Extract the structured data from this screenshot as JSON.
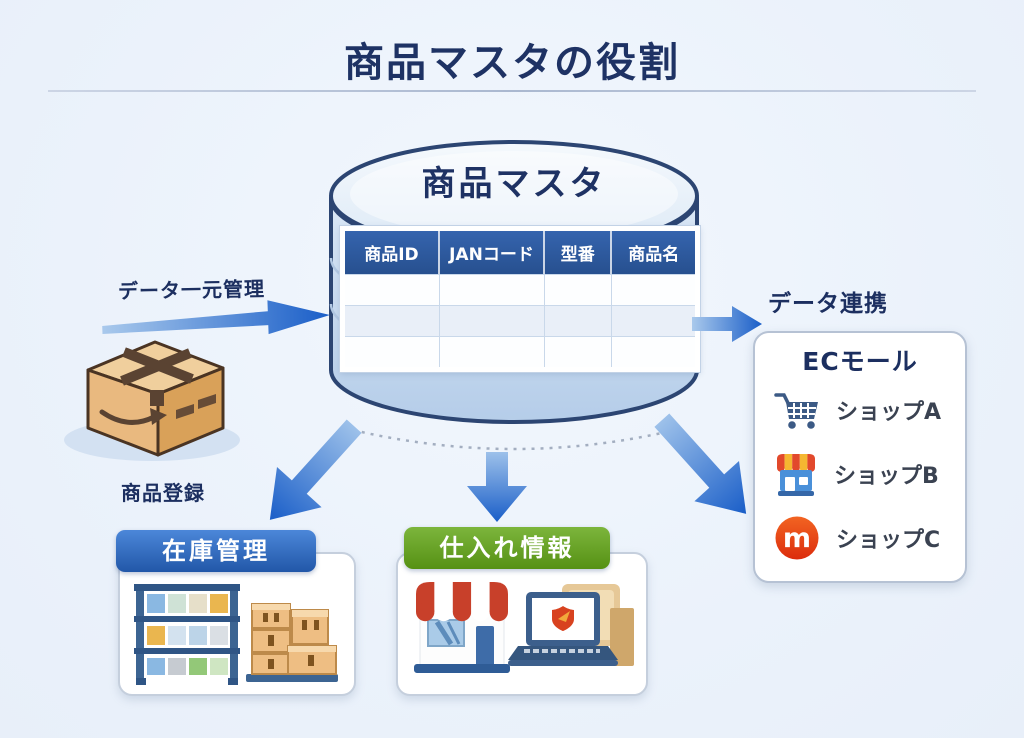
{
  "title": "商品マスタの役割",
  "database": {
    "name": "商品マスタ",
    "columns": [
      "商品ID",
      "JANコード",
      "型番",
      "商品名"
    ],
    "empty_row_count": 3
  },
  "flow_labels": {
    "data_centralization": "データ一元管理",
    "data_linkage": "データ連携",
    "product_registration": "商品登録"
  },
  "ec_mall": {
    "title": "ECモール",
    "shops": [
      {
        "icon": "shopping-cart-icon",
        "label": "ショップA"
      },
      {
        "icon": "storefront-icon",
        "label": "ショップB"
      },
      {
        "icon": "mercari-m-icon",
        "label": "ショップC"
      }
    ]
  },
  "bottom_cards": {
    "inventory": {
      "title": "在庫管理",
      "illustration": "warehouse-shelf-and-stacked-boxes"
    },
    "purchase": {
      "title": "仕入れ情報",
      "illustration": "storefront-laptop-with-shield-folder"
    }
  },
  "illustrations": {
    "left": "cardboard-box-with-arrow"
  },
  "colors": {
    "background": "#ecf2fb",
    "title_text": "#1e3264",
    "divider": "#b7c2d6",
    "cylinder_border": "#2c4572",
    "cylinder_fill": "#c9daee",
    "table_header_blue": "#2d5ca8",
    "arrow_blue": "#1d63c9",
    "inventory_pill_blue": "#2f6cc3",
    "purchase_pill_green": "#68a21f",
    "mercari_red": "#e33c17",
    "shop_label_text": "#3a4251"
  }
}
